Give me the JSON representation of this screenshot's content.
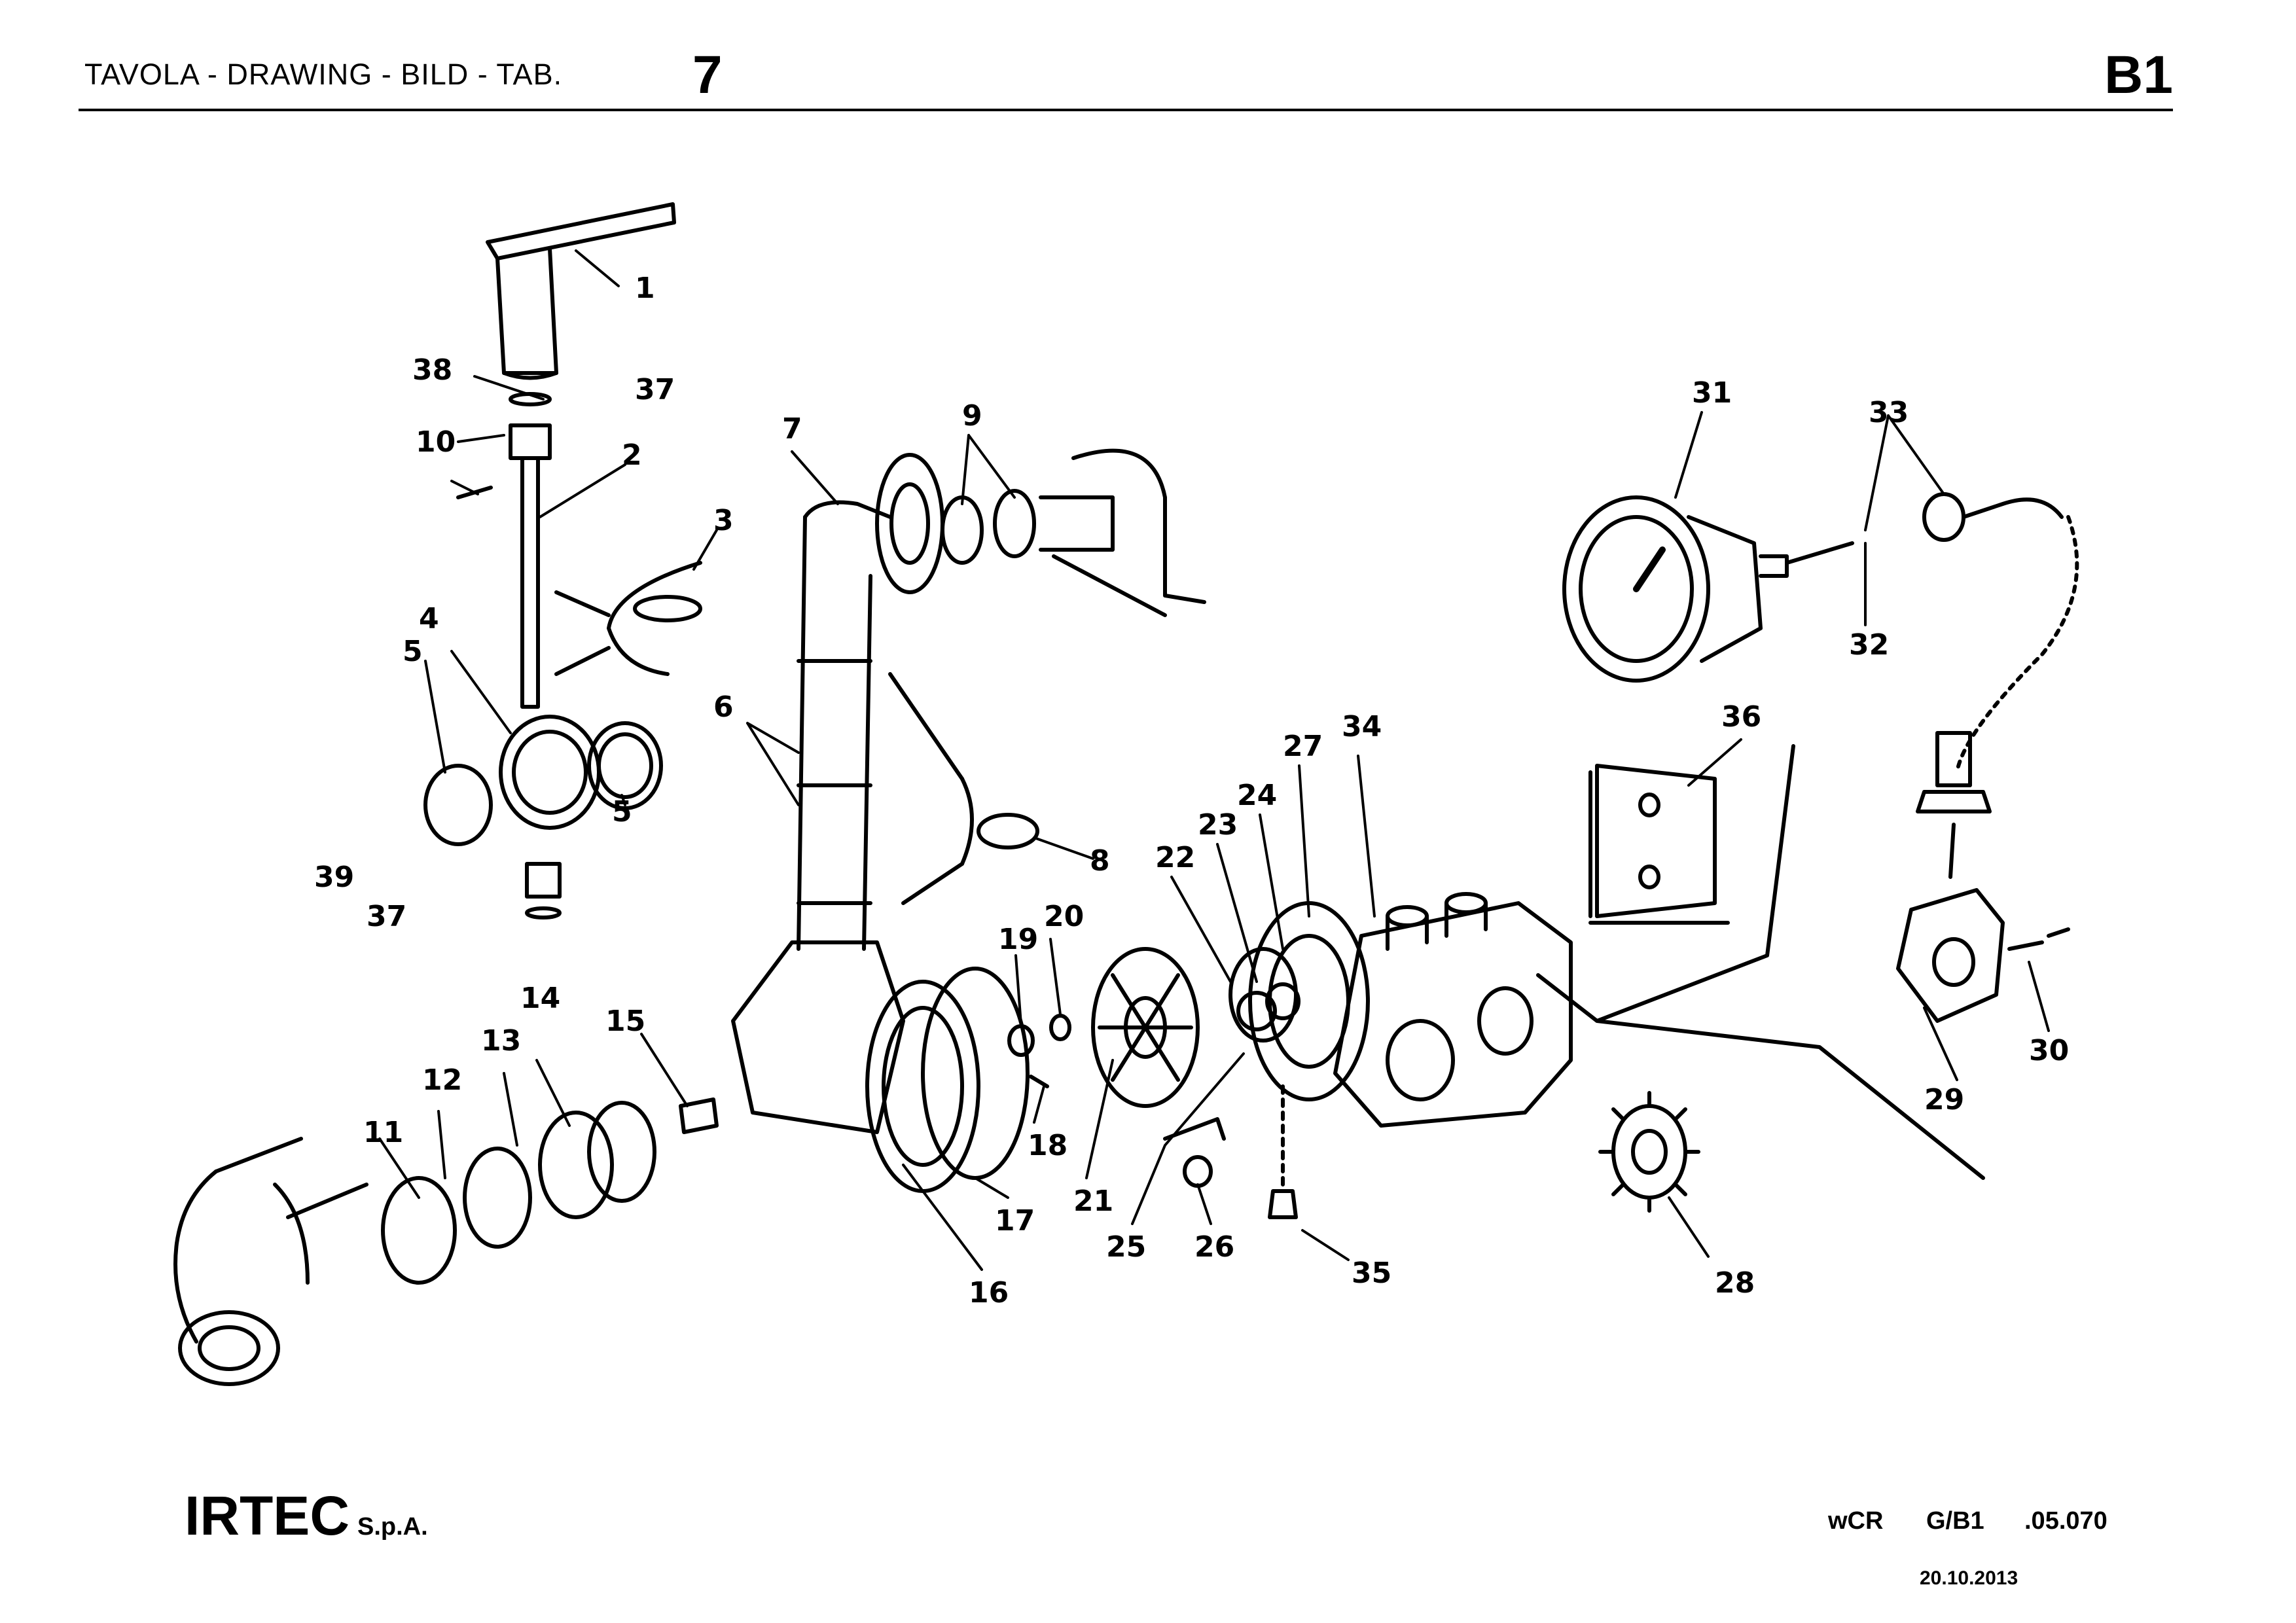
{
  "header": {
    "title": "TAVOLA - DRAWING - BILD - TAB.",
    "table_number": "7",
    "table_code": "B1"
  },
  "drawing": {
    "callouts": [
      "1",
      "2",
      "3",
      "4",
      "5",
      "5",
      "6",
      "7",
      "8",
      "9",
      "10",
      "11",
      "12",
      "13",
      "14",
      "15",
      "16",
      "17",
      "18",
      "19",
      "20",
      "21",
      "22",
      "23",
      "24",
      "25",
      "26",
      "27",
      "28",
      "29",
      "30",
      "31",
      "32",
      "33",
      "34",
      "35",
      "36",
      "37",
      "37",
      "38",
      "39"
    ]
  },
  "footer": {
    "brand": "IRTEC",
    "brand_suffix": "S.p.A.",
    "code_1": "wCR",
    "code_2": "G/B1",
    "code_3": ".05.070",
    "date": "20.10.2013"
  }
}
